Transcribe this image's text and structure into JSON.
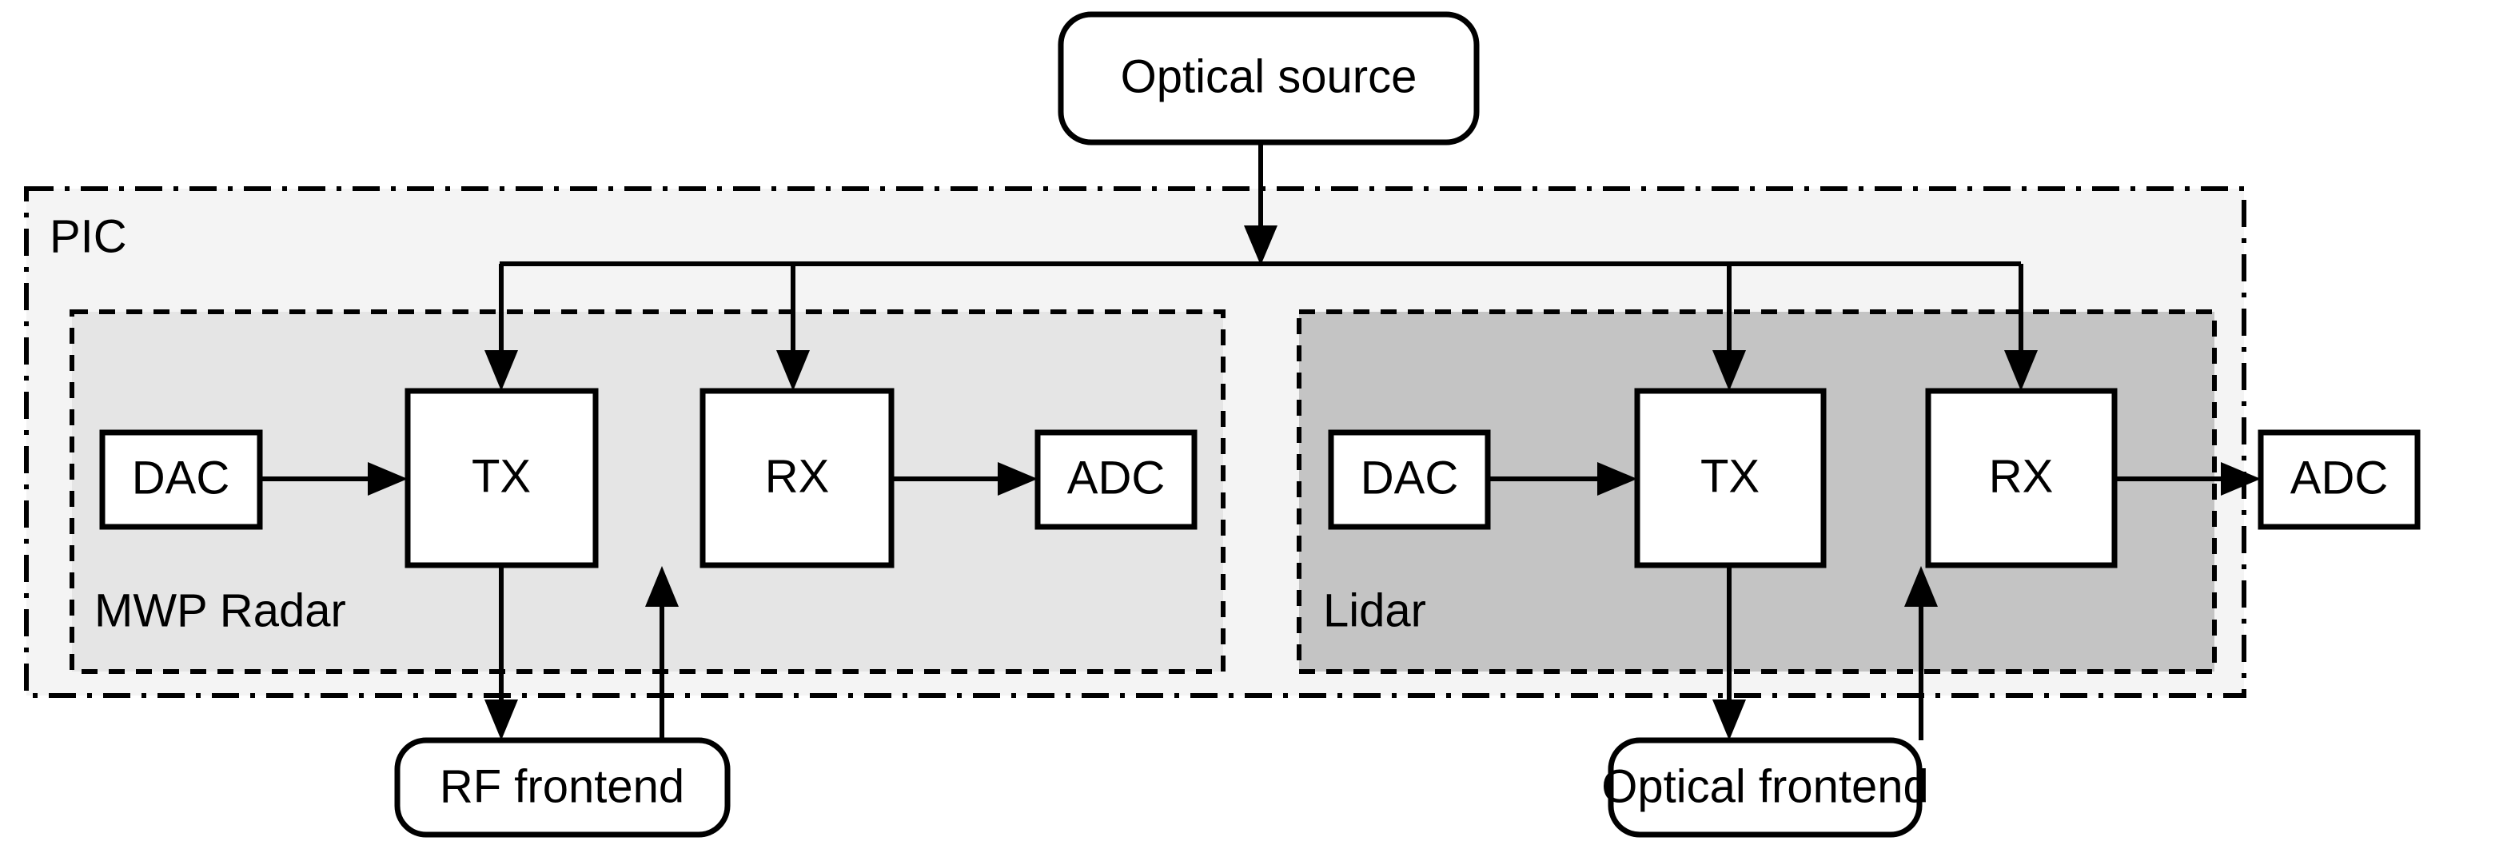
{
  "diagram": {
    "title": "PIC block diagram",
    "colors": {
      "background": "#ffffff",
      "stroke": "#000000",
      "pic_fill": "#f4f4f4",
      "mwp_fill": "#e5e5e5",
      "lidar_fill": "#c4c4c4",
      "node_fill": "#ffffff"
    },
    "source": {
      "label": "Optical source",
      "shape": "rounded-rect"
    },
    "pic": {
      "label": "PIC",
      "border_style": "dash-dot"
    },
    "groups": [
      {
        "id": "mwp",
        "label": "MWP Radar",
        "border_style": "dashed",
        "fill": "#e5e5e5",
        "nodes": [
          {
            "id": "mwp-dac",
            "label": "DAC",
            "kind": "small"
          },
          {
            "id": "mwp-tx",
            "label": "TX",
            "kind": "large"
          },
          {
            "id": "mwp-rx",
            "label": "RX",
            "kind": "large"
          },
          {
            "id": "mwp-adc",
            "label": "ADC",
            "kind": "small"
          }
        ]
      },
      {
        "id": "lidar",
        "label": "Lidar",
        "border_style": "dashed",
        "fill": "#c4c4c4",
        "nodes": [
          {
            "id": "lidar-dac",
            "label": "DAC",
            "kind": "small"
          },
          {
            "id": "lidar-tx",
            "label": "TX",
            "kind": "large"
          },
          {
            "id": "lidar-rx",
            "label": "RX",
            "kind": "large"
          },
          {
            "id": "lidar-adc",
            "label": "ADC",
            "kind": "small"
          }
        ]
      }
    ],
    "terminals": [
      {
        "id": "rf-frontend",
        "label": "RF frontend",
        "shape": "rounded-rect"
      },
      {
        "id": "optical-frontend",
        "label": "Optical frontend",
        "shape": "rounded-rect"
      }
    ],
    "connections": [
      {
        "from": "optical-source",
        "to": "distribution-bus",
        "arrow": true
      },
      {
        "from": "distribution-bus",
        "to": "mwp-tx",
        "arrow": true
      },
      {
        "from": "distribution-bus",
        "to": "mwp-rx",
        "arrow": true
      },
      {
        "from": "distribution-bus",
        "to": "lidar-tx",
        "arrow": true
      },
      {
        "from": "distribution-bus",
        "to": "lidar-rx",
        "arrow": true
      },
      {
        "from": "mwp-dac",
        "to": "mwp-tx",
        "arrow": true
      },
      {
        "from": "mwp-rx",
        "to": "mwp-adc",
        "arrow": true
      },
      {
        "from": "mwp-tx",
        "to": "rf-frontend",
        "arrow": true
      },
      {
        "from": "rf-frontend",
        "to": "mwp-rx",
        "arrow": true
      },
      {
        "from": "lidar-dac",
        "to": "lidar-tx",
        "arrow": true
      },
      {
        "from": "lidar-rx",
        "to": "lidar-adc",
        "arrow": true
      },
      {
        "from": "lidar-tx",
        "to": "optical-frontend",
        "arrow": true
      },
      {
        "from": "optical-frontend",
        "to": "lidar-rx",
        "arrow": true
      }
    ]
  }
}
